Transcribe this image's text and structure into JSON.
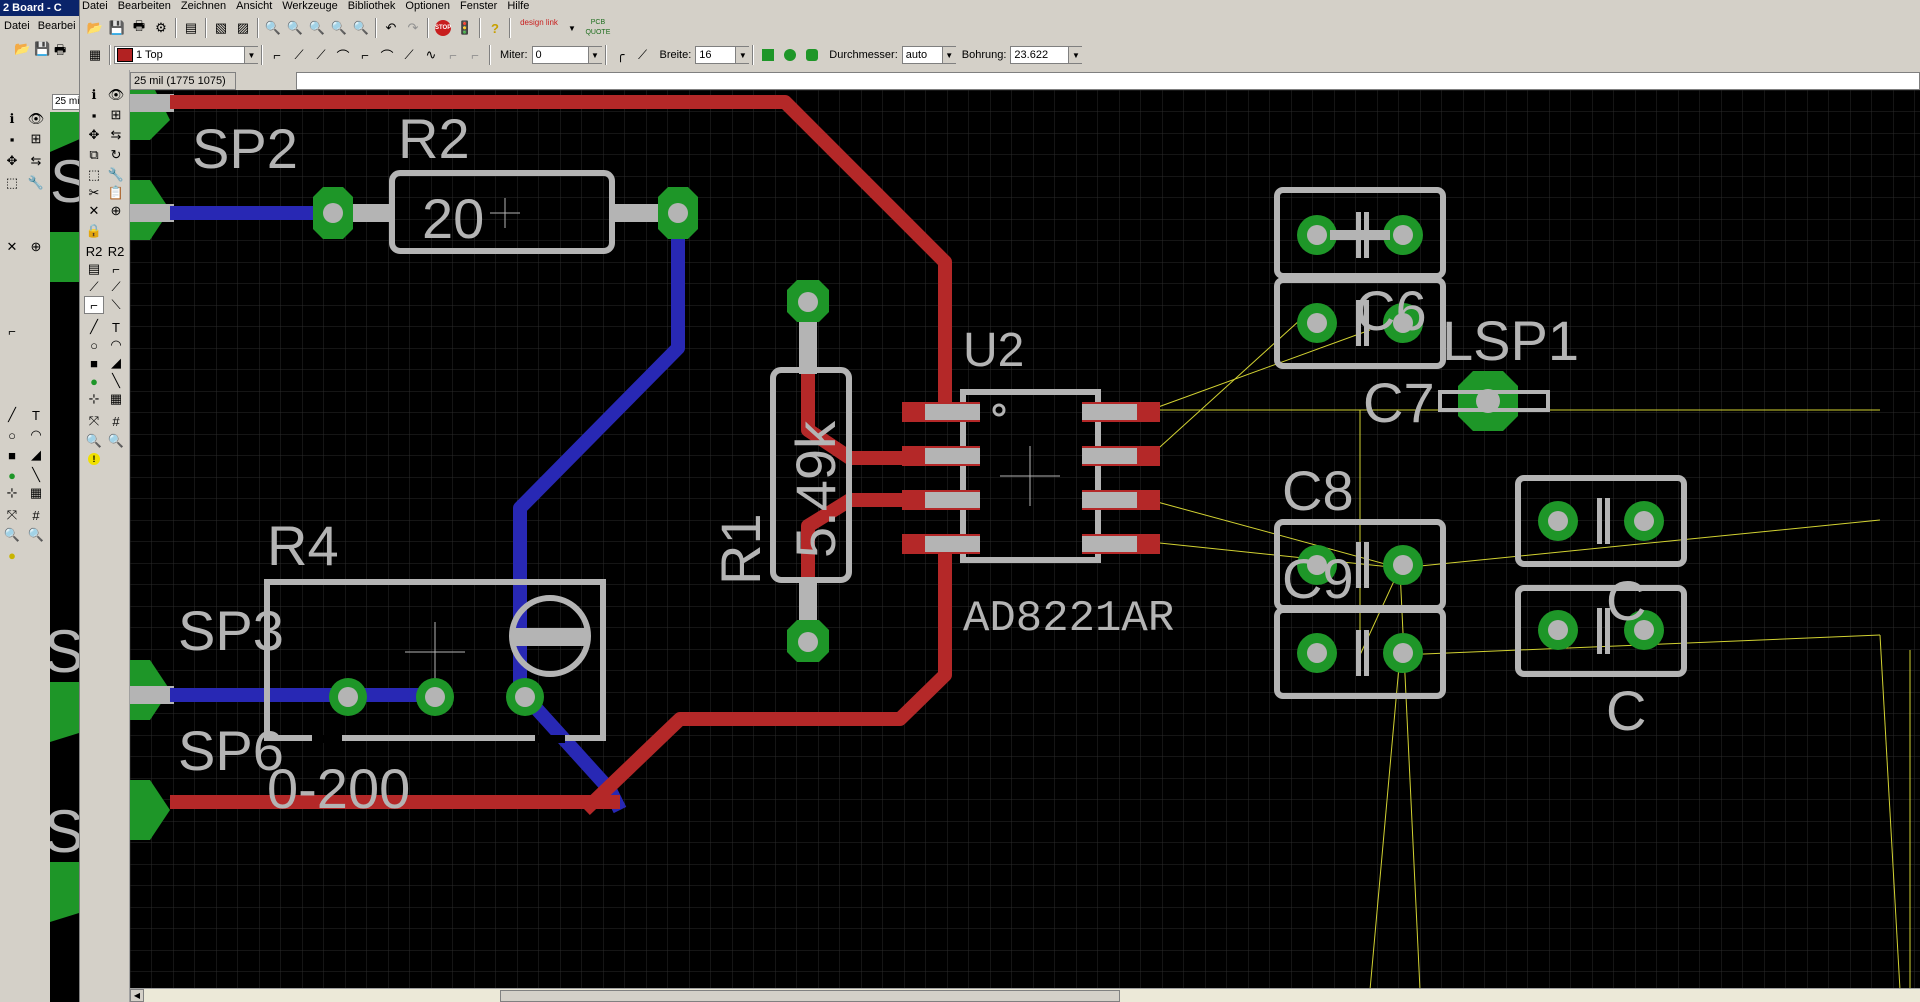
{
  "background_window": {
    "title": "2 Board - C",
    "menu": [
      "Datei",
      "Bearbei"
    ],
    "grid_field": "25 mi"
  },
  "menubar": [
    "Datei",
    "Bearbeiten",
    "Zeichnen",
    "Ansicht",
    "Werkzeuge",
    "Bibliothek",
    "Optionen",
    "Fenster",
    "Hilfe"
  ],
  "main_toolbar": {
    "icons": [
      "open-icon",
      "save-icon",
      "print-icon",
      "cam-icon",
      "board-icon",
      "script-icon",
      "run-icon",
      "zoom-fit-icon",
      "zoom-in-icon",
      "zoom-out-icon",
      "zoom-area-icon",
      "redraw-icon",
      "undo-icon",
      "redo-icon",
      "stop-icon",
      "go-icon",
      "help-icon"
    ],
    "designlink_label": "design link",
    "pcb_quote_label": "PCB QUOTE"
  },
  "param_toolbar": {
    "layer_label": "1 Top",
    "layer_color": "#b22222",
    "miter_label": "Miter:",
    "miter_value": "0",
    "width_label": "Breite:",
    "width_value": "16",
    "diameter_label": "Durchmesser:",
    "diameter_value": "auto",
    "drill_label": "Bohrung:",
    "drill_value": "23.622"
  },
  "coord_display": "25 mil (1775 1075)",
  "colors": {
    "top_layer": "#b42828",
    "bottom_layer": "#2828b4",
    "pad": "#1e9628",
    "silk": "#b4b4b4",
    "airwire": "#d2d232",
    "grid": "#2a2a2a",
    "canvas": "#000000"
  },
  "board": {
    "labels": {
      "r2": "R2",
      "r2_value": "20",
      "r1": "R1",
      "r1_value": "5.49k",
      "r4": "R4",
      "r4_value": "0-200",
      "u2": "U2",
      "u2_value": "AD8221AR",
      "c6": "C6",
      "c7": "C7",
      "c8": "C8",
      "c9": "C9",
      "lsp1": "LSP1",
      "lsp2": "SP2",
      "lsp3": "SP3",
      "lsp6": "SP6",
      "c_right1": "C",
      "c_right2": "C"
    }
  }
}
